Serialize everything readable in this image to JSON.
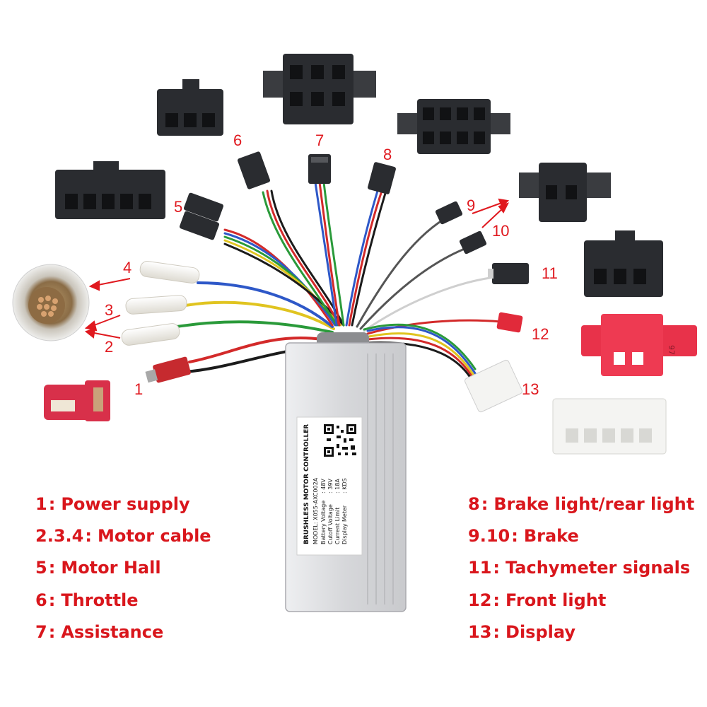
{
  "connectors": {
    "c1": "1",
    "c2": "2",
    "c3": "3",
    "c4": "4",
    "c5": "5",
    "c6": "6",
    "c7": "7",
    "c8": "8",
    "c9": "9",
    "c10": "10",
    "c11": "11",
    "c12": "12",
    "c13": "13",
    "tag_97": "97"
  },
  "controller_label": {
    "title": "BRUSHLESS MOTOR CONTROLLER",
    "model": "MODEL: X055-AXC002A",
    "rows": [
      {
        "k": "Battery Voltage",
        "v": ": 48V"
      },
      {
        "k": "Cutoff Voltage",
        "v": ": 39V"
      },
      {
        "k": "Current Limit",
        "v": ": 18A"
      },
      {
        "k": "Display Meter",
        "v": ": KDS"
      }
    ]
  },
  "legend_left": [
    {
      "id": "1",
      "label": "Power supply"
    },
    {
      "id": "2.3.4",
      "label": "Motor cable"
    },
    {
      "id": "5",
      "label": "Motor Hall"
    },
    {
      "id": "6",
      "label": "Throttle"
    },
    {
      "id": "7",
      "label": "Assistance"
    }
  ],
  "legend_right": [
    {
      "id": "8",
      "label": "Brake light/rear light"
    },
    {
      "id": "9.10",
      "label": "Brake"
    },
    {
      "id": "11",
      "label": "Tachymeter signals"
    },
    {
      "id": "12",
      "label": "Front light"
    },
    {
      "id": "13",
      "label": "Display"
    }
  ],
  "legend_separator": ":",
  "colors": {
    "label_red": "#e0191f",
    "controller_body": "#dcdde0",
    "connector_black": "#2a2c30",
    "connector_red": "#e8324a",
    "connector_white": "#f4f4f2"
  }
}
